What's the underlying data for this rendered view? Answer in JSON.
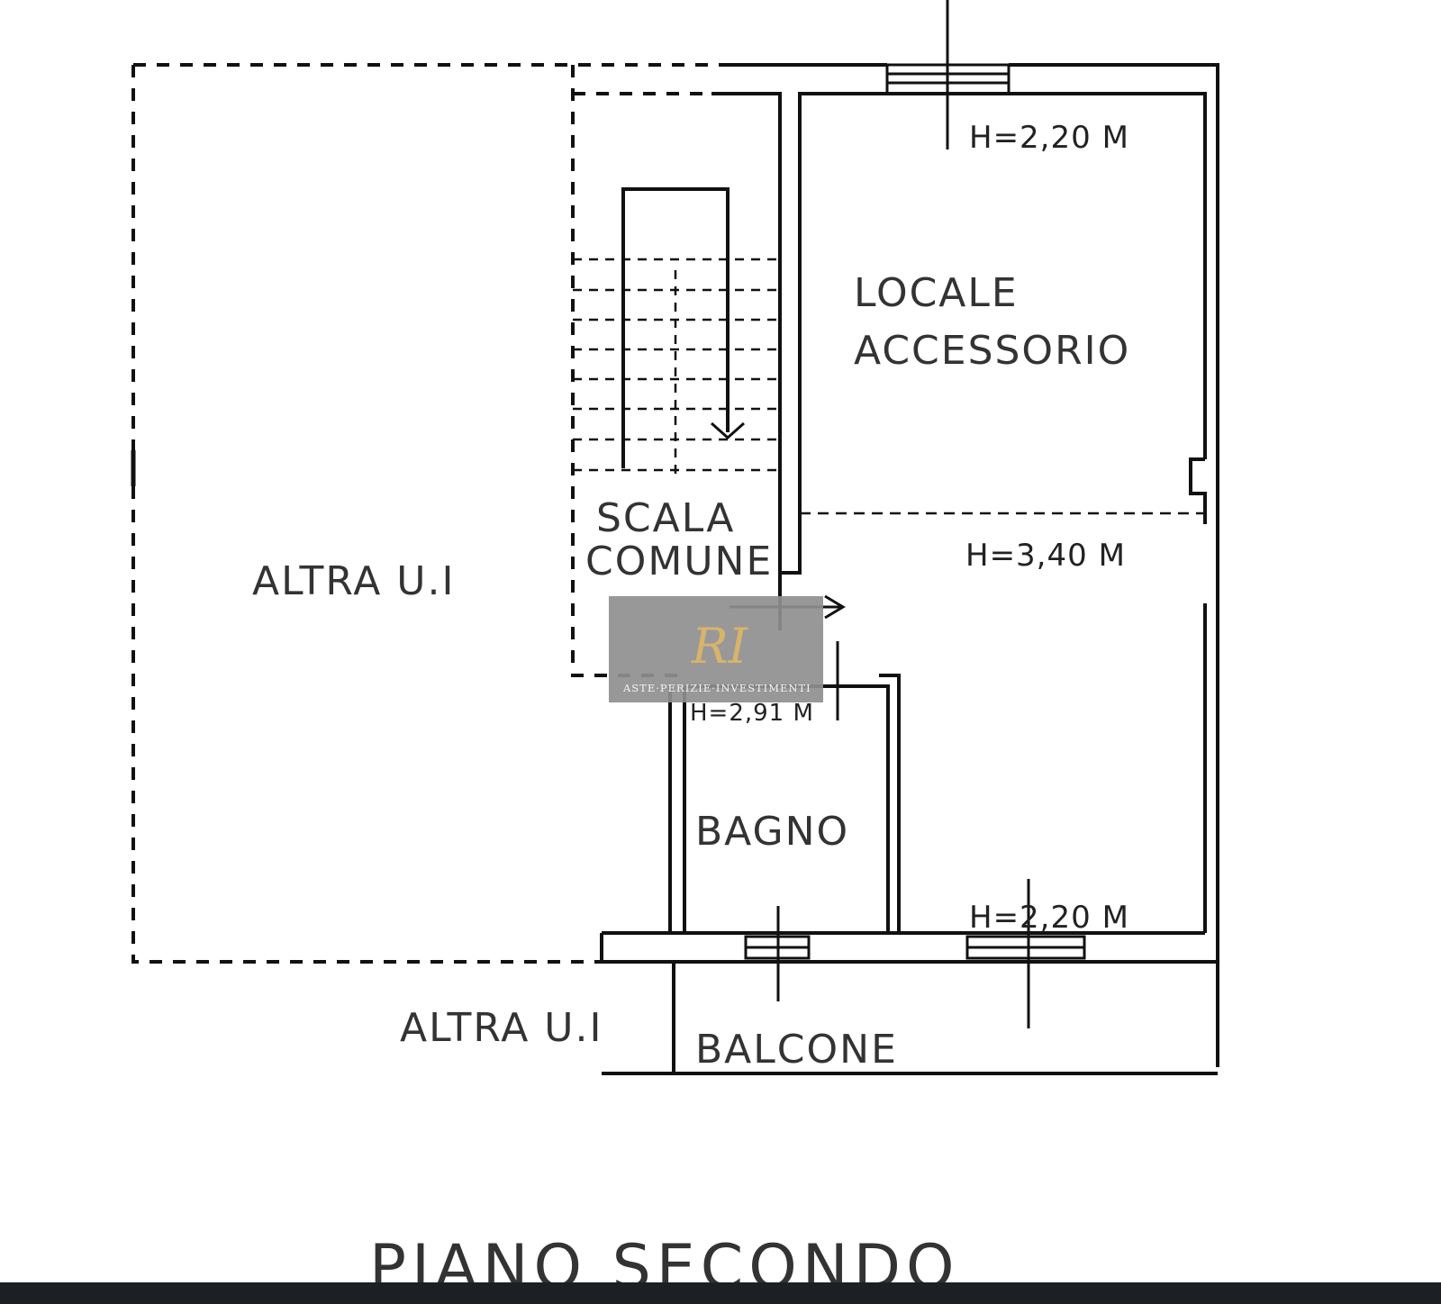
{
  "rooms": {
    "other_unit_main": "ALTRA U.I",
    "other_unit_lower": "ALTRA U.I",
    "stair_line1": "SCALA",
    "stair_line2": "COMUNE",
    "locale_line1": "LOCALE",
    "locale_line2": "ACCESSORIO",
    "bathroom": "BAGNO",
    "balcony": "BALCONE"
  },
  "heights": {
    "top": "H=2,20 M",
    "middle": "H=3,40 M",
    "bathroom": "H=2,91 M",
    "bottom": "H=2,20 M"
  },
  "title": "PIANO SECONDO",
  "watermark": {
    "monogram": "RI",
    "tagline": "ASTE·PERIZIE·INVESTIMENTI"
  },
  "colors": {
    "line": "#111111",
    "watermark_box": "#8f8f8f",
    "watermark_gold": "#d8b46a",
    "bottom_bar": "#1c1f24"
  }
}
